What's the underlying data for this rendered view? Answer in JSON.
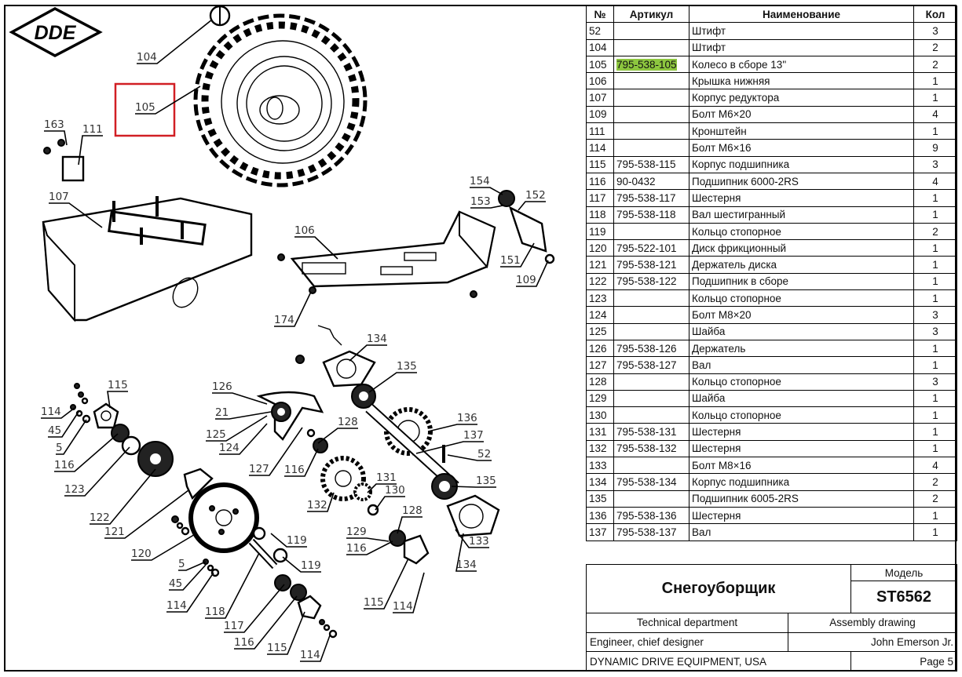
{
  "logo": {
    "text": "DDE"
  },
  "highlight_color": "#8dc63f",
  "callout_box_color": "#d11f24",
  "drawing": {
    "callouts": [
      "104",
      "105",
      "163",
      "111",
      "107",
      "106",
      "154",
      "153",
      "152",
      "151",
      "109",
      "174",
      "134",
      "135",
      "115",
      "126",
      "114",
      "21",
      "45",
      "125",
      "128",
      "136",
      "5",
      "124",
      "137",
      "116",
      "127",
      "116",
      "52",
      "123",
      "131",
      "135",
      "130",
      "132",
      "122",
      "128",
      "121",
      "129",
      "119",
      "133",
      "116",
      "120",
      "5",
      "119",
      "134",
      "45",
      "114",
      "115",
      "114",
      "118",
      "117",
      "116",
      "115",
      "114"
    ],
    "highlighted_callout": "105"
  },
  "table": {
    "headers": {
      "no": "№",
      "article": "Артикул",
      "name": "Наименование",
      "qty": "Кол"
    },
    "rows": [
      {
        "no": "52",
        "article": "",
        "name": "Штифт",
        "qty": "3"
      },
      {
        "no": "104",
        "article": "",
        "name": "Штифт",
        "qty": "2"
      },
      {
        "no": "105",
        "article": "795-538-105",
        "name": "Колесо в сборе 13\"",
        "qty": "2",
        "highlighted": true
      },
      {
        "no": "106",
        "article": "",
        "name": "Крышка нижняя",
        "qty": "1"
      },
      {
        "no": "107",
        "article": "",
        "name": "Корпус редуктора",
        "qty": "1"
      },
      {
        "no": "109",
        "article": "",
        "name": "Болт М6×20",
        "qty": "4"
      },
      {
        "no": "111",
        "article": "",
        "name": "Кронштейн",
        "qty": "1"
      },
      {
        "no": "114",
        "article": "",
        "name": "Болт М6×16",
        "qty": "9"
      },
      {
        "no": "115",
        "article": "795-538-115",
        "name": "Корпус подшипника",
        "qty": "3"
      },
      {
        "no": "116",
        "article": "90-0432",
        "name": "Подшипник 6000-2RS",
        "qty": "4"
      },
      {
        "no": "117",
        "article": "795-538-117",
        "name": "Шестерня",
        "qty": "1"
      },
      {
        "no": "118",
        "article": "795-538-118",
        "name": "Вал шестигранный",
        "qty": "1"
      },
      {
        "no": "119",
        "article": "",
        "name": "Кольцо стопорное",
        "qty": "2"
      },
      {
        "no": "120",
        "article": "795-522-101",
        "name": "Диск фрикционный",
        "qty": "1"
      },
      {
        "no": "121",
        "article": "795-538-121",
        "name": "Держатель диска",
        "qty": "1"
      },
      {
        "no": "122",
        "article": "795-538-122",
        "name": "Подшипник в сборе",
        "qty": "1"
      },
      {
        "no": "123",
        "article": "",
        "name": "Кольцо стопорное",
        "qty": "1"
      },
      {
        "no": "124",
        "article": "",
        "name": "Болт М8×20",
        "qty": "3"
      },
      {
        "no": "125",
        "article": "",
        "name": "Шайба",
        "qty": "3"
      },
      {
        "no": "126",
        "article": "795-538-126",
        "name": "Держатель",
        "qty": "1"
      },
      {
        "no": "127",
        "article": "795-538-127",
        "name": "Вал",
        "qty": "1"
      },
      {
        "no": "128",
        "article": "",
        "name": "Кольцо стопорное",
        "qty": "3"
      },
      {
        "no": "129",
        "article": "",
        "name": "Шайба",
        "qty": "1"
      },
      {
        "no": "130",
        "article": "",
        "name": "Кольцо стопорное",
        "qty": "1"
      },
      {
        "no": "131",
        "article": "795-538-131",
        "name": "Шестерня",
        "qty": "1"
      },
      {
        "no": "132",
        "article": "795-538-132",
        "name": "Шестерня",
        "qty": "1"
      },
      {
        "no": "133",
        "article": "",
        "name": "Болт М8×16",
        "qty": "4"
      },
      {
        "no": "134",
        "article": "795-538-134",
        "name": "Корпус подшипника",
        "qty": "2"
      },
      {
        "no": "135",
        "article": "",
        "name": "Подшипник 6005-2RS",
        "qty": "2"
      },
      {
        "no": "136",
        "article": "795-538-136",
        "name": "Шестерня",
        "qty": "1"
      },
      {
        "no": "137",
        "article": "795-538-137",
        "name": "Вал",
        "qty": "1"
      }
    ]
  },
  "title_block": {
    "product": "Снегоуборщик",
    "model_label": "Модель",
    "model": "ST6562",
    "department": "Technical department",
    "drawing_type": "Assembly drawing",
    "role": "Engineer, chief designer",
    "engineer": "John Emerson Jr.",
    "company": "DYNAMIC DRIVE EQUIPMENT, USA",
    "page": "Page 5"
  }
}
